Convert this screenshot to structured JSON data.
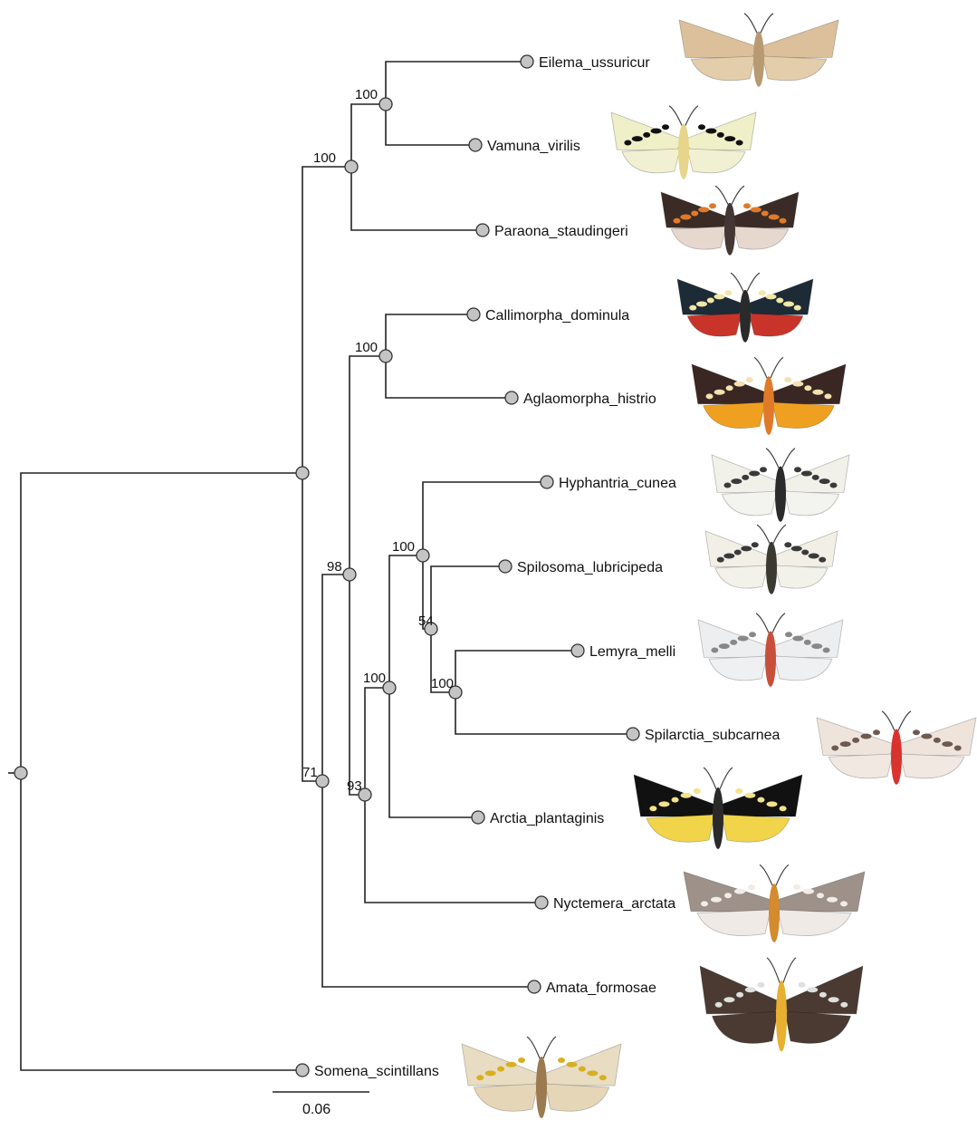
{
  "tree": {
    "taxa": [
      {
        "id": "eilema",
        "label": "Eilema_ussuricur",
        "photo": "moth-eilema",
        "colors": {
          "wing": "#dcc09b",
          "hind": "#e4cdaa",
          "body": "#b89a72"
        }
      },
      {
        "id": "vamuna",
        "label": "Vamuna_virilis",
        "photo": "moth-vamuna",
        "colors": {
          "wing": "#efefc8",
          "hind": "#f2f0d2",
          "body": "#e6d58a",
          "mark": "#111111"
        }
      },
      {
        "id": "paraona",
        "label": "Paraona_staudingeri",
        "photo": "moth-paraona",
        "colors": {
          "wing": "#3b2b26",
          "hind": "#e7d8cf",
          "body": "#443733",
          "mark": "#e07a2a"
        }
      },
      {
        "id": "callimorpha",
        "label": "Callimorpha_dominula",
        "photo": "moth-callimorpha",
        "colors": {
          "wing": "#1d2b36",
          "hind": "#c8342a",
          "body": "#2a2a2a",
          "mark": "#f2e6a8"
        }
      },
      {
        "id": "aglaomorpha",
        "label": "Aglaomorpha_histrio",
        "photo": "moth-aglaomorpha",
        "colors": {
          "wing": "#3a2622",
          "hind": "#f0a020",
          "body": "#e07a28",
          "mark": "#f3e2b0"
        }
      },
      {
        "id": "hyphantria",
        "label": "Hyphantria_cunea",
        "photo": "moth-hyphantria",
        "colors": {
          "wing": "#f1f1ea",
          "hind": "#f3f3ef",
          "body": "#2b2b2b",
          "mark": "#3a3a3a"
        }
      },
      {
        "id": "spilosoma",
        "label": "Spilosoma_lubricipeda",
        "photo": "moth-spilosoma",
        "colors": {
          "wing": "#f1efe6",
          "hind": "#f2f1ea",
          "body": "#3a3a30",
          "mark": "#3a3a3a"
        }
      },
      {
        "id": "lemyra",
        "label": "Lemyra_melli",
        "photo": "moth-lemyra",
        "colors": {
          "wing": "#eceef0",
          "hind": "#eef0f2",
          "body": "#c8503a",
          "mark": "#888888"
        }
      },
      {
        "id": "spilarctia",
        "label": "Spilarctia_subcarnea",
        "photo": "moth-spilarctia",
        "colors": {
          "wing": "#efe4dc",
          "hind": "#f1e8e2",
          "body": "#d8332c",
          "mark": "#6d5a50"
        }
      },
      {
        "id": "arctia",
        "label": "Arctia_plantaginis",
        "photo": "moth-arctia",
        "colors": {
          "wing": "#111111",
          "hind": "#f1d44a",
          "body": "#2a2a2a",
          "mark": "#f3e28a"
        }
      },
      {
        "id": "nyctemera",
        "label": "Nyctemera_arctata",
        "photo": "moth-nyctemera",
        "colors": {
          "wing": "#9d918a",
          "hind": "#f0eae6",
          "body": "#d48a2e",
          "mark": "#f2ece8"
        }
      },
      {
        "id": "amata",
        "label": "Amata_formosae",
        "photo": "moth-amata",
        "colors": {
          "wing": "#4a3a32",
          "hind": "#4a3a32",
          "body": "#e8b030",
          "mark": "#dfe0dd"
        }
      },
      {
        "id": "somena",
        "label": "Somena_scintillans",
        "photo": "moth-somena",
        "colors": {
          "wing": "#e8dcc2",
          "hind": "#e5d6b8",
          "body": "#9b7a50",
          "mark": "#d6b020"
        }
      }
    ],
    "supports": [
      "100",
      "100",
      "100",
      "100",
      "98",
      "54",
      "100",
      "100",
      "71",
      "93"
    ],
    "scale_bar_label": "0.06",
    "colors": {
      "branch": "#222222",
      "node_fill": "#c4c4c4",
      "node_stroke": "#333333"
    }
  }
}
